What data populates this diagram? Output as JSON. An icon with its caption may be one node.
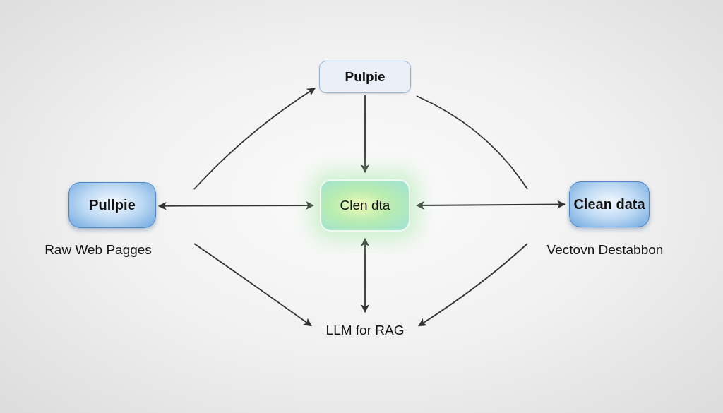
{
  "diagram": {
    "nodes": [
      {
        "text": [
          "Pulpie"
        ]
      },
      {
        "text": [
          "Pullpie"
        ],
        "beside": [
          "Raw Web Pagges"
        ]
      },
      {
        "text": [
          "Clen dta"
        ]
      },
      {
        "text": [
          "Clean data"
        ],
        "beside": [
          "Vectovn Destabbon"
        ]
      },
      {
        "text": [
          "LLM for RAG"
        ]
      }
    ],
    "edges": [
      {
        "from": null,
        "to": 0,
        "arrow": "to"
      },
      {
        "from": 0,
        "to": null,
        "arrow": "none"
      },
      {
        "from": 0,
        "to": 2,
        "arrow": "to"
      },
      {
        "from": 1,
        "to": 2,
        "arrow": "both"
      },
      {
        "from": 2,
        "to": 3,
        "arrow": "both"
      },
      {
        "from": 2,
        "to": 4,
        "arrow": "both"
      },
      {
        "from": null,
        "to": 4,
        "arrow": "to"
      },
      {
        "from": null,
        "to": 4,
        "arrow": "to"
      }
    ]
  }
}
